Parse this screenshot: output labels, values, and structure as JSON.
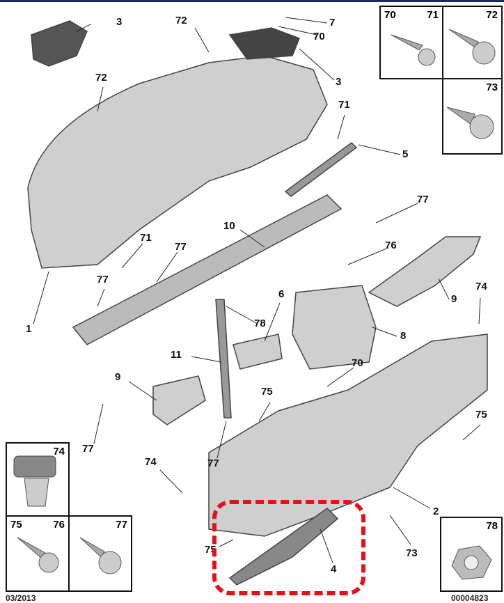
{
  "callouts": [
    "3",
    "72",
    "7",
    "70",
    "3",
    "72",
    "71",
    "5",
    "77",
    "10",
    "71",
    "77",
    "76",
    "77",
    "6",
    "9",
    "74",
    "78",
    "1",
    "8",
    "11",
    "70",
    "9",
    "75",
    "75",
    "77",
    "74",
    "77",
    "2",
    "73",
    "75",
    "4"
  ],
  "insets": {
    "screw_70_71": [
      "70",
      "71"
    ],
    "screw_72": "72",
    "screw_73": "73",
    "clip_74": "74",
    "bolt_75_76": [
      "75",
      "76"
    ],
    "screw_77": "77",
    "nut_78": "78"
  },
  "footer": {
    "date": "03/2013",
    "ref": "00004823"
  },
  "colors": {
    "highlight": "#e5101a",
    "header_bar": "#1a2a5a"
  }
}
